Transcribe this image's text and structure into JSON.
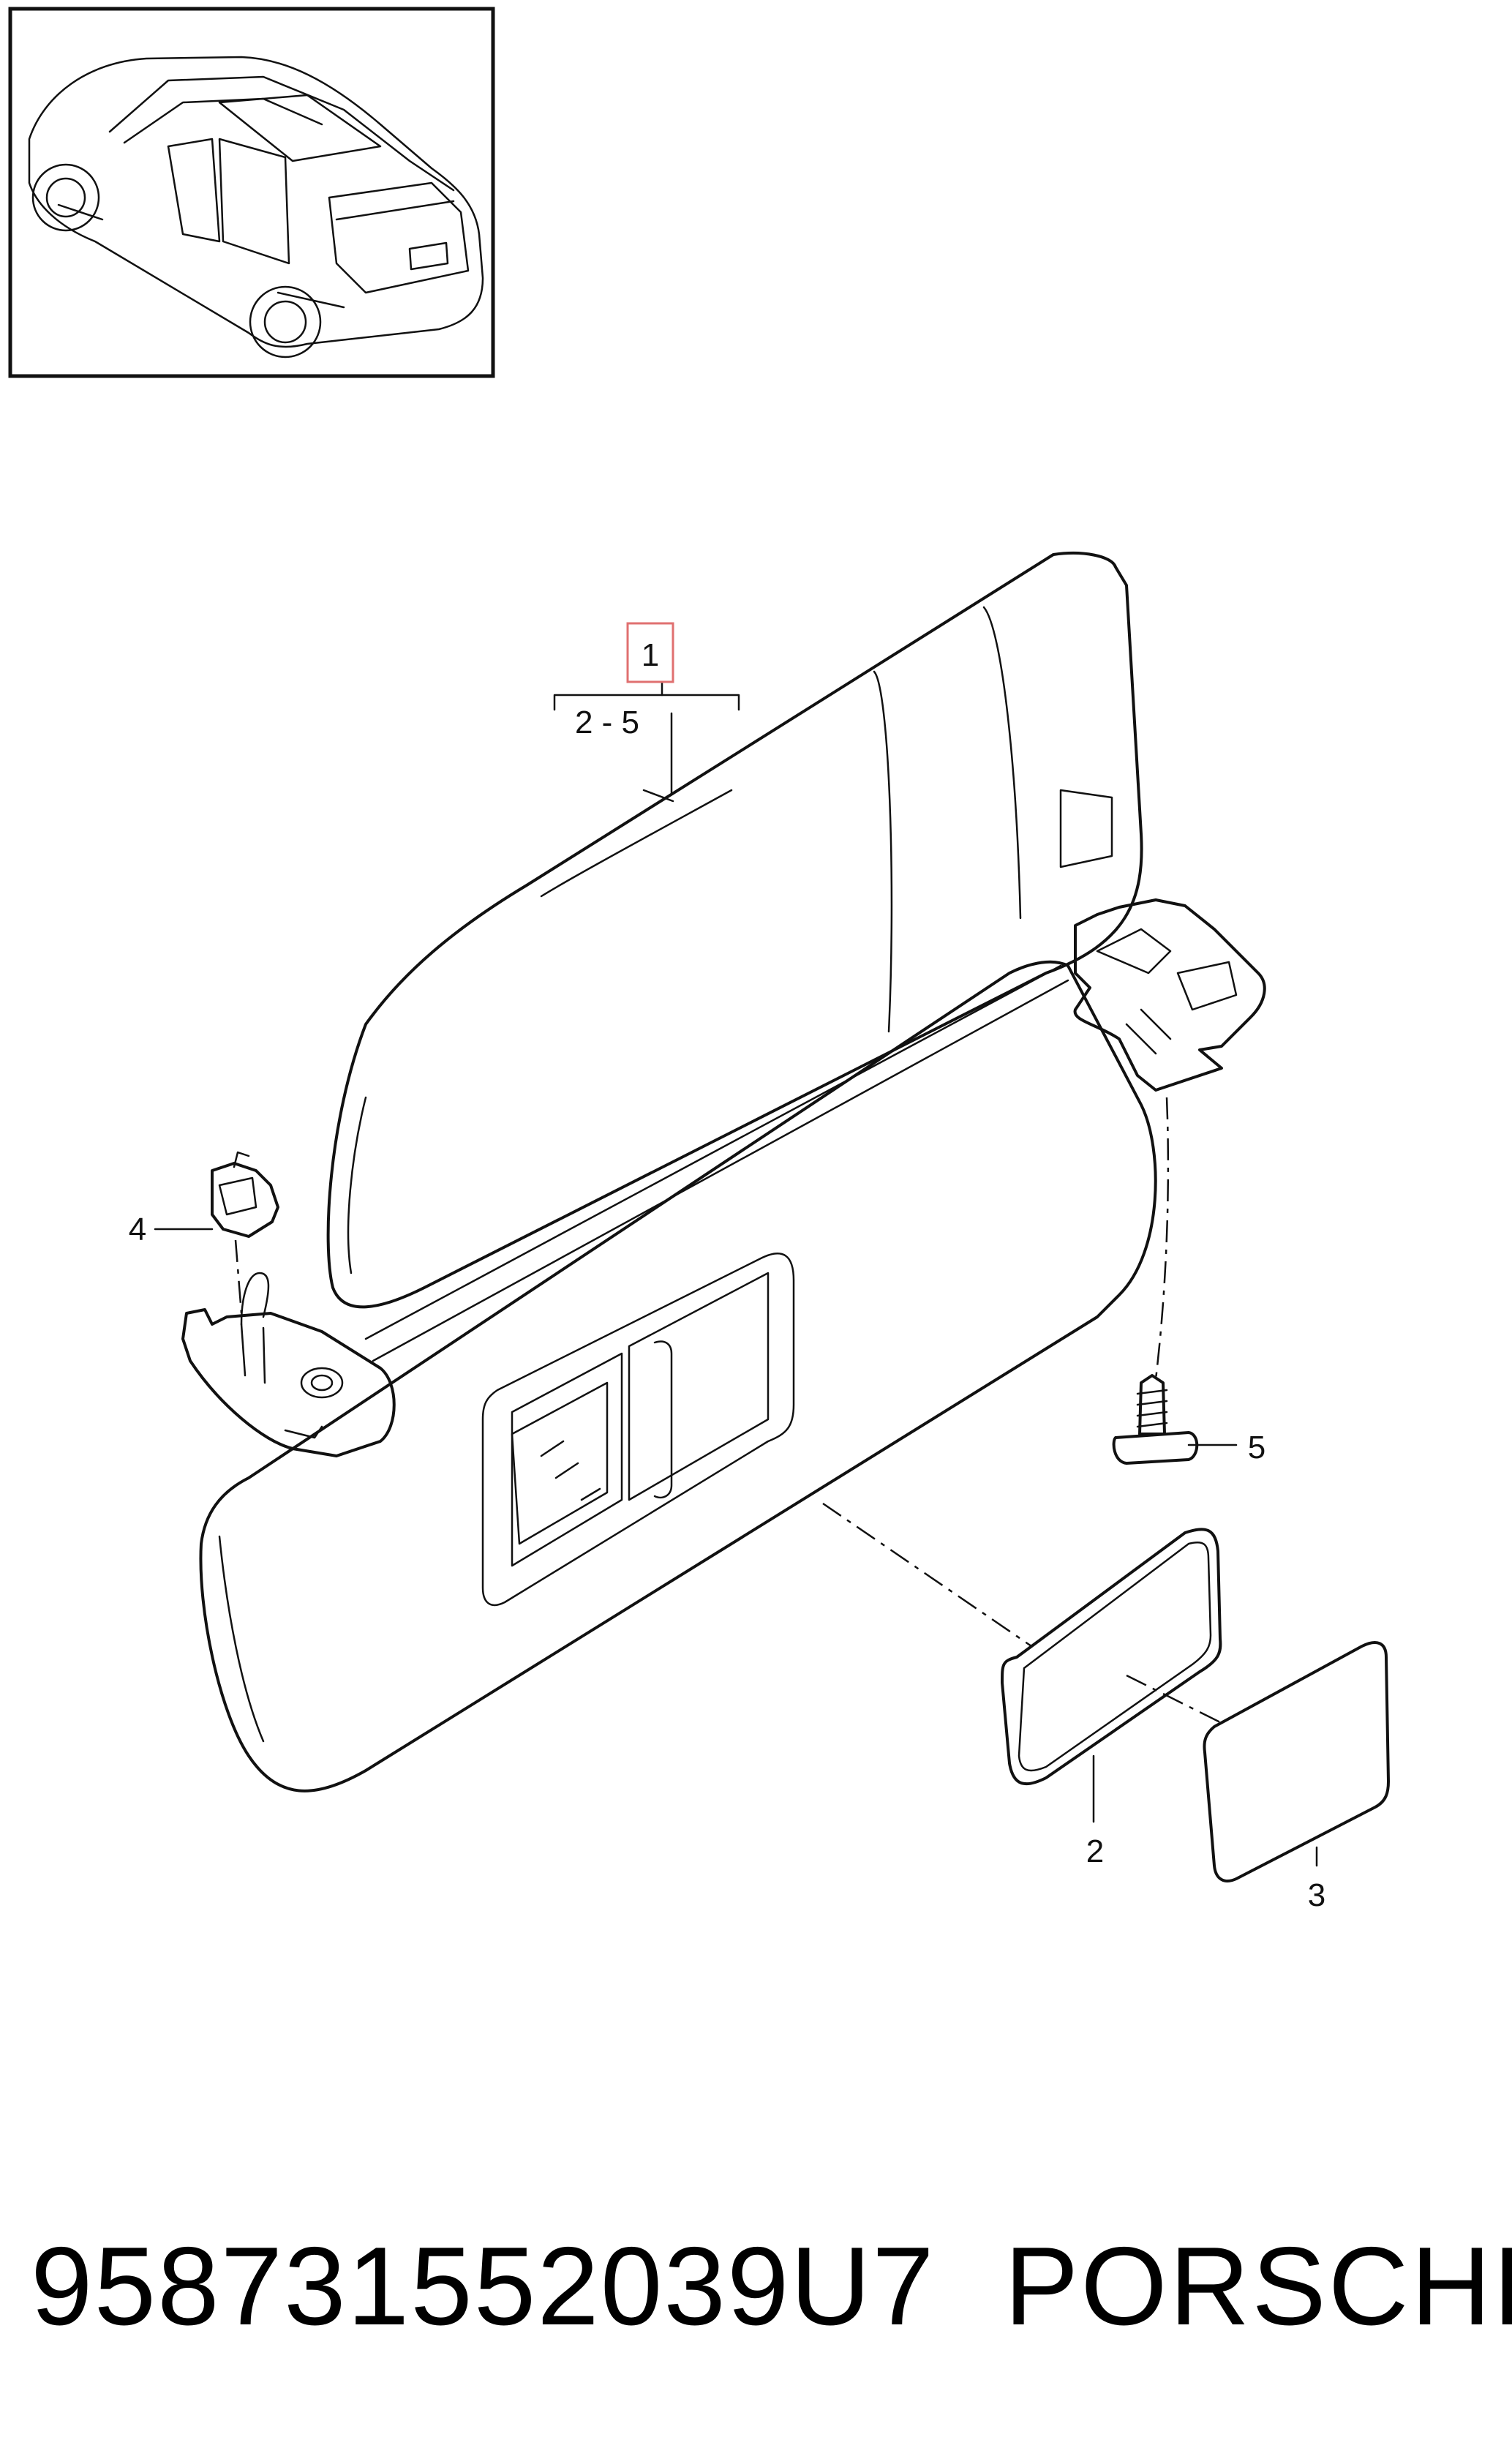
{
  "callouts": {
    "item_1": "1",
    "range": "2 - 5",
    "item_2": "2",
    "item_3": "3",
    "item_4": "4",
    "item_5": "5"
  },
  "footer": {
    "part_number": "958731552039U7",
    "brand": "PORSCHE"
  },
  "colors": {
    "line": "#111111",
    "highlight_box": "#e07070",
    "background": "#ffffff"
  }
}
